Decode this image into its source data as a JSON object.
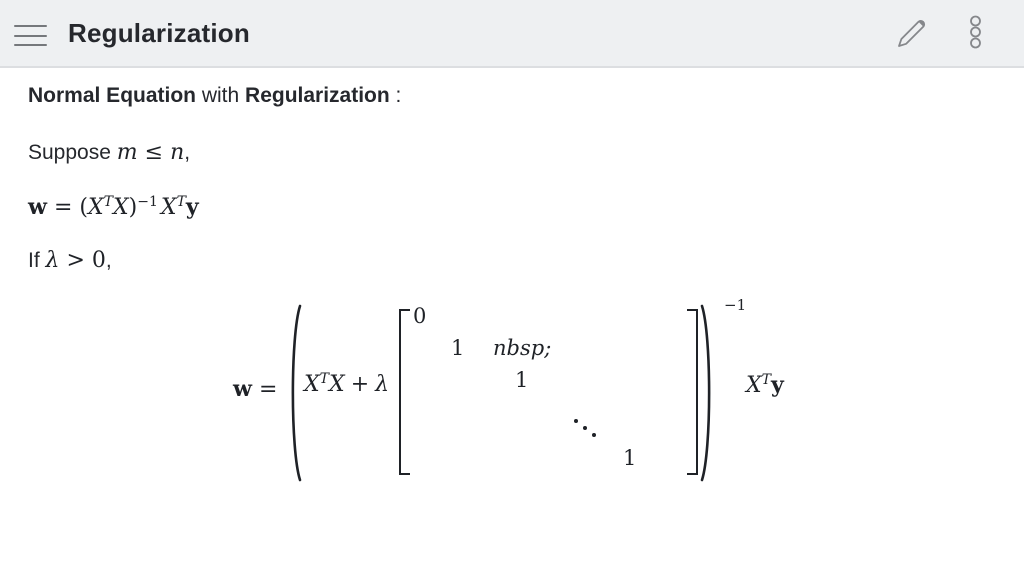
{
  "header": {
    "title": "Regularization",
    "menu_icon": "hamburger-icon",
    "edit_icon": "pencil-icon",
    "more_icon": "kebab-menu-icon"
  },
  "colors": {
    "header_bg": "#eef0f2",
    "header_border": "#dcdee1",
    "icon_gray": "#85878b",
    "text": "#26282d",
    "math": "#1f2227"
  },
  "content": {
    "heading": {
      "bold1": "Normal Equation",
      "mid": " with ",
      "bold2": "Regularization",
      "tail": " :"
    },
    "suppose": {
      "prefix": "Suppose ",
      "m": "m",
      "leq": "≤",
      "n": "n",
      "comma": ","
    },
    "inline_eq": {
      "w": "w",
      "equals": "=",
      "open_paren": "(",
      "X1": "X",
      "T1": "T",
      "X2": "X",
      "close_paren": ")",
      "inv": "−1",
      "X3": "X",
      "T2": "T",
      "y": "y"
    },
    "if_line": {
      "prefix": "If ",
      "lambda": "λ",
      "gt": ">",
      "zero": "0",
      "comma": ","
    },
    "display_eq": {
      "w": "w",
      "equals": "=",
      "X1": "X",
      "T1": "T",
      "X2": "X",
      "plus": "+",
      "lambda": "λ",
      "matrix": {
        "r1c1": "0",
        "r2c2": "1",
        "r2c3": "nbsp;",
        "r3c3": "1",
        "ddots": "⋱",
        "r5c5": "1"
      },
      "inv": "−1",
      "X3": "X",
      "T2": "T",
      "y": "y"
    }
  }
}
